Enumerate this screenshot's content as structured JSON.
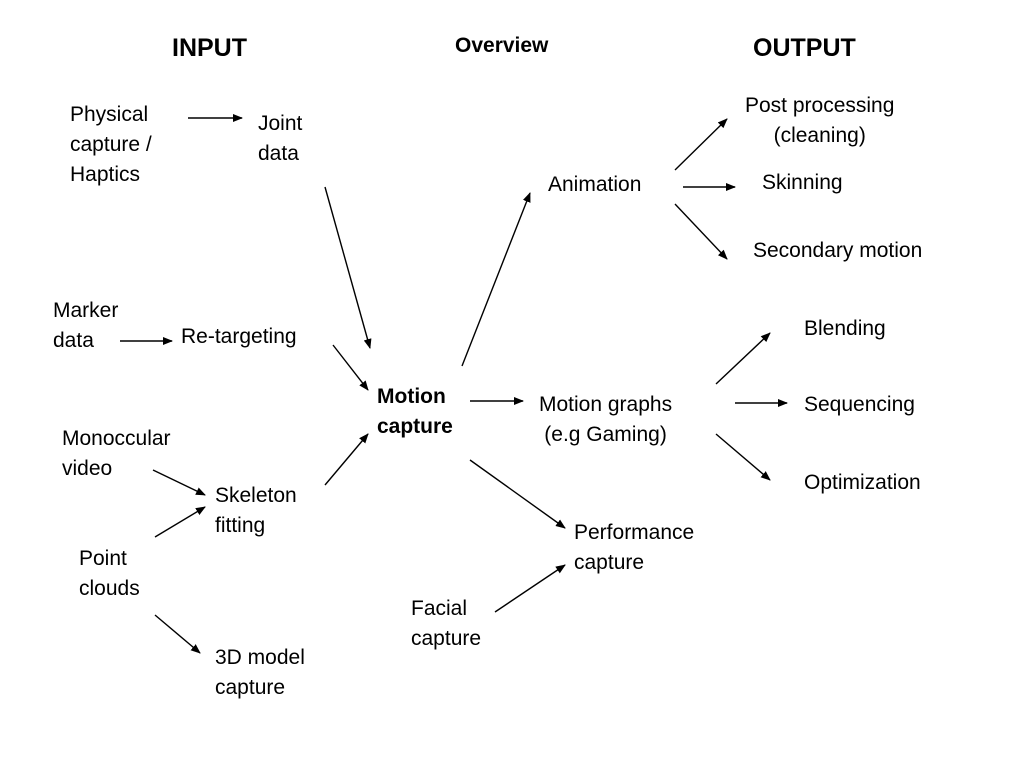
{
  "headers": {
    "input": "INPUT",
    "overview": "Overview",
    "output": "OUTPUT"
  },
  "nodes": {
    "physical_capture": "Physical\ncapture /\nHaptics",
    "joint_data": "Joint\ndata",
    "marker_data": "Marker\ndata",
    "retargeting": "Re-targeting",
    "monoccular_video": "Monoccular\nvideo",
    "skeleton_fitting": "Skeleton\nfitting",
    "point_clouds": "Point\nclouds",
    "model_capture": "3D model\ncapture",
    "motion_capture": "Motion\ncapture",
    "animation": "Animation",
    "post_processing": "Post processing\n(cleaning)",
    "skinning": "Skinning",
    "secondary_motion": "Secondary motion",
    "motion_graphs": "Motion graphs\n(e.g Gaming)",
    "blending": "Blending",
    "sequencing": "Sequencing",
    "optimization": "Optimization",
    "performance_capture": "Performance\ncapture",
    "facial_capture": "Facial\ncapture"
  }
}
